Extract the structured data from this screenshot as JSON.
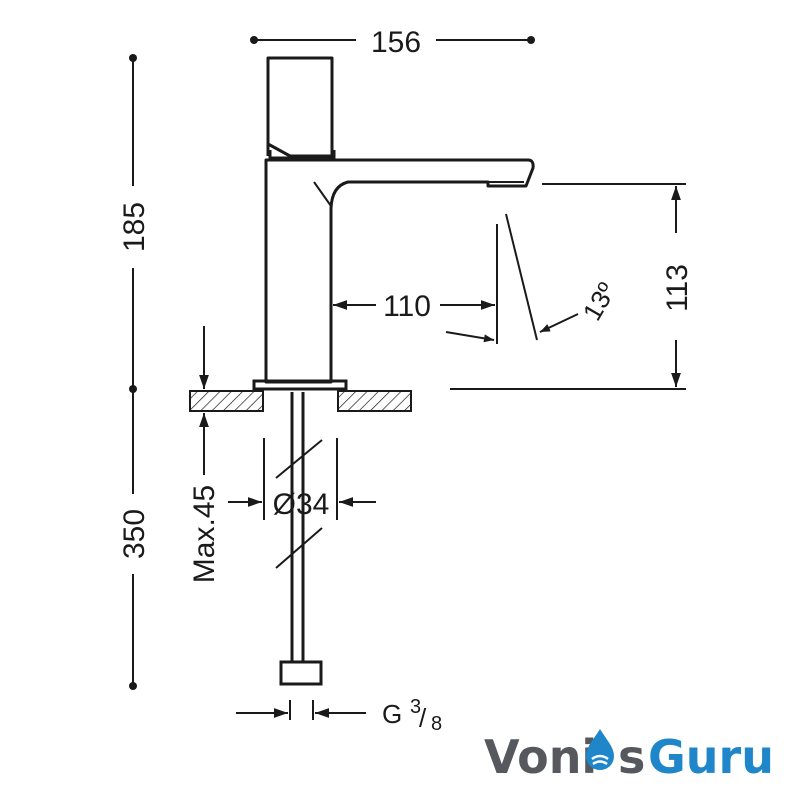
{
  "dimensions": {
    "overall_width": "156",
    "overall_height": "185",
    "total_height": "350",
    "spout_reach": "110",
    "spout_height": "113",
    "jet_angle": "13º",
    "max_deck_thickness": "Max.45",
    "hole_diameter": "Ø34",
    "connection_prefix": "G",
    "connection_numerator": "3",
    "connection_slash": "/",
    "connection_denominator": "8"
  },
  "logo": {
    "part1": "Voni",
    "part2": "s",
    "part3": "Guru",
    "drop_icon": "water-drop-icon"
  },
  "colors": {
    "line": "#1a1a1a",
    "logo_dark": "#55585c",
    "logo_blue": "#1f87c9"
  }
}
